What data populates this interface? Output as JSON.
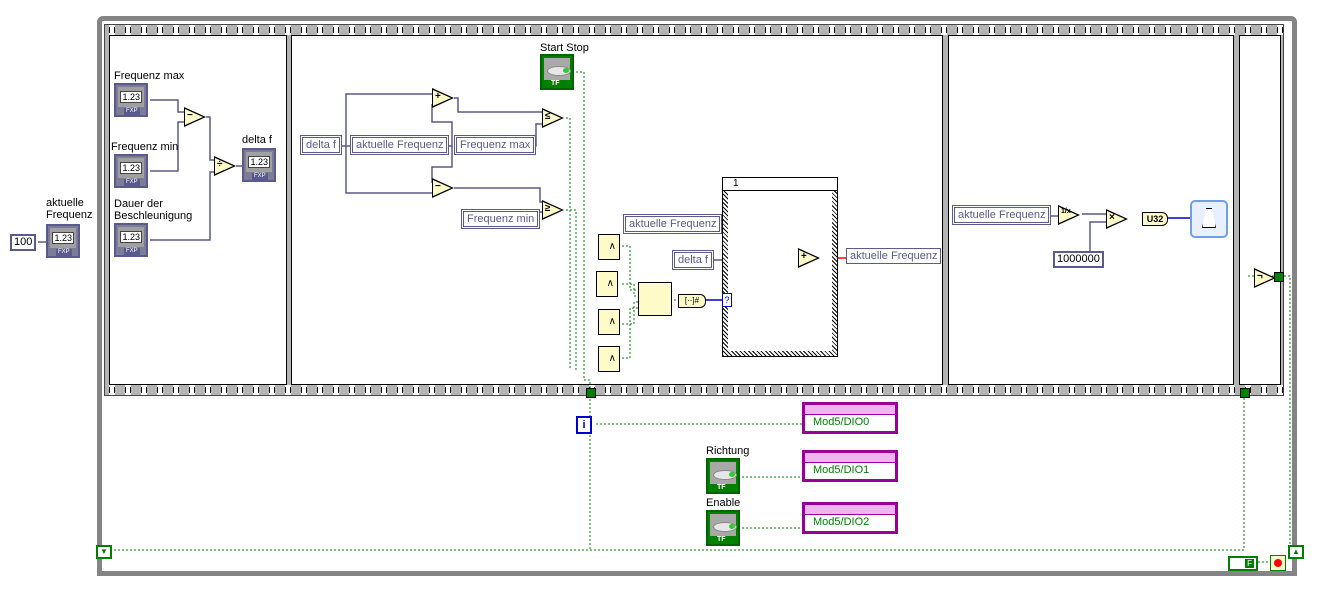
{
  "outside": {
    "const_100": "100",
    "indicator_label": "aktuelle\nFrequenz",
    "indicator_value": "1.23",
    "fxp": "FXP"
  },
  "frame1": {
    "freq_max_label": "Frequenz max",
    "freq_min_label": "Frequenz min",
    "dauer_label": "Dauer der\nBeschleunigung",
    "delta_label": "delta f",
    "ctl_value": "1.23",
    "fxp": "FXP",
    "subtract": "−",
    "divide": "÷"
  },
  "frame2": {
    "start_stop_label": "Start Stop",
    "tf": "TF",
    "local_delta": "delta f",
    "local_akt": "aktuelle Frequenz",
    "local_fmax": "Frequenz max",
    "local_fmin": "Frequenz min",
    "local_akt2": "aktuelle Frequenz",
    "local_delta2": "delta f",
    "local_akt_out": "aktuelle Frequenz",
    "add": "+",
    "sub": "−",
    "le": "≤",
    "ge": "≥",
    "and": "∧",
    "case_selector": "1",
    "case_add": "+",
    "tunnel_q": "?"
  },
  "frame3": {
    "local_akt": "aktuelle Frequenz",
    "reciprocal": "1/x",
    "multiply": "×",
    "const": "1000000",
    "u32": "U32"
  },
  "frame4": {
    "not": "¬"
  },
  "loop": {
    "iteration": "i",
    "richtung_label": "Richtung",
    "enable_label": "Enable",
    "tf": "TF",
    "dio0": "Mod5/DIO0",
    "dio1": "Mod5/DIO1",
    "dio2": "Mod5/DIO2",
    "stop_bool": "F"
  },
  "colors": {
    "wire_numeric": "#5a5a8c",
    "wire_bool": "#008000",
    "loop_border": "#848484",
    "daq": "#990099"
  }
}
